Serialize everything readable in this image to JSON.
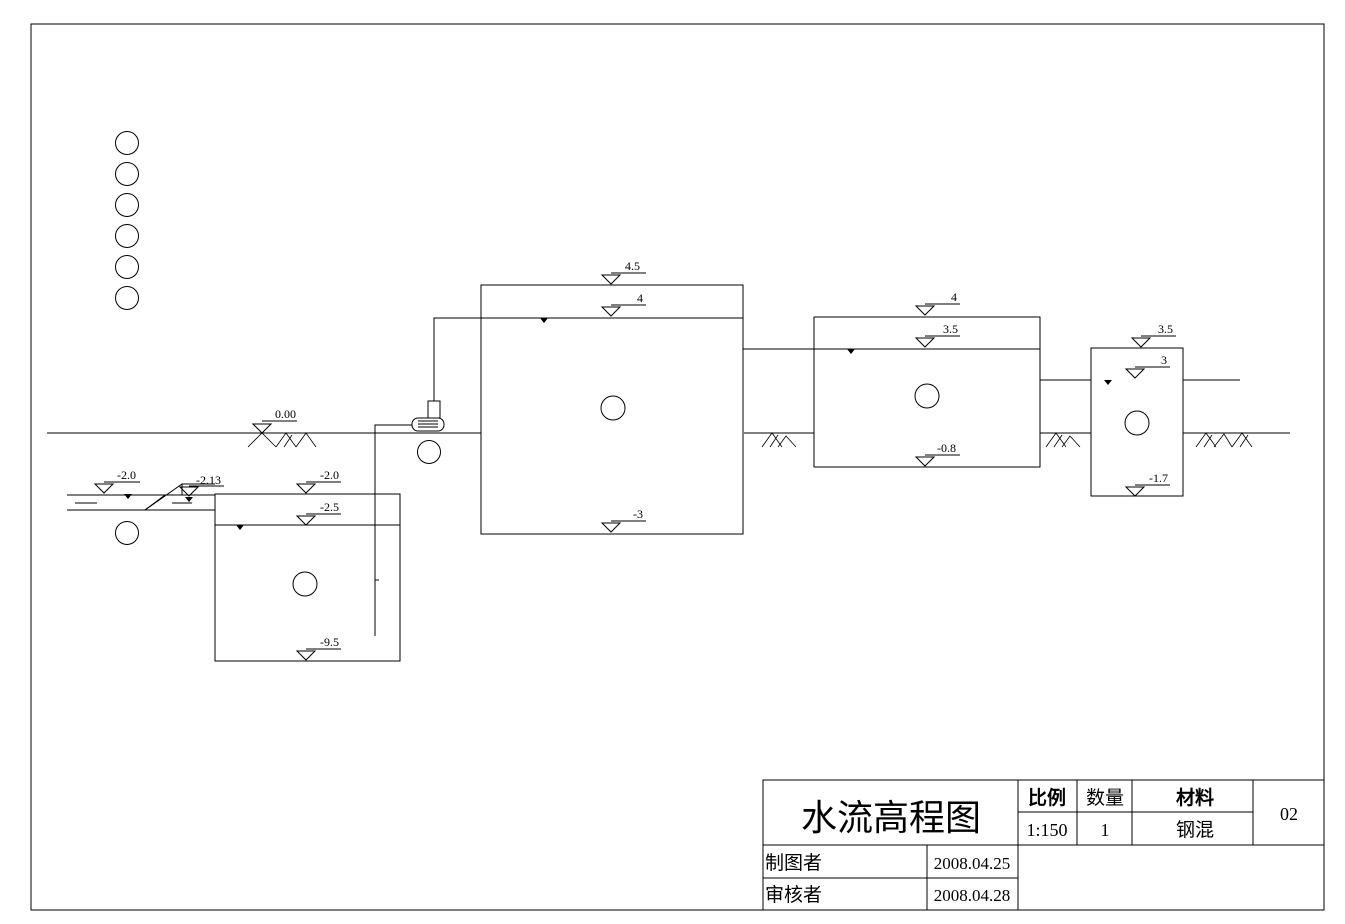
{
  "ground_level": "0.00",
  "inlet": {
    "level_1": "-2.0",
    "level_2": "-2.13"
  },
  "tank_1": {
    "top_level": "-2.0",
    "water_level": "-2.5",
    "bottom_level": "-9.5"
  },
  "tank_2": {
    "top_level": "4.5",
    "water_level": "4",
    "bottom_level": "-3"
  },
  "tank_3": {
    "top_level": "4",
    "water_level": "3.5",
    "bottom_level": "-0.8"
  },
  "tank_4": {
    "top_level": "3.5",
    "water_level": "3",
    "bottom_level": "-1.7"
  },
  "title_block": {
    "title": "水流高程图",
    "scale_header": "比例",
    "scale_value": "1:150",
    "quantity_header": "数量",
    "quantity_value": "1",
    "material_header": "材料",
    "material_value": "钢混",
    "drawing_number": "02",
    "drafter_label": "制图者",
    "drafter_date": "2008.04.25",
    "reviewer_label": "审核者",
    "reviewer_date": "2008.04.28"
  }
}
